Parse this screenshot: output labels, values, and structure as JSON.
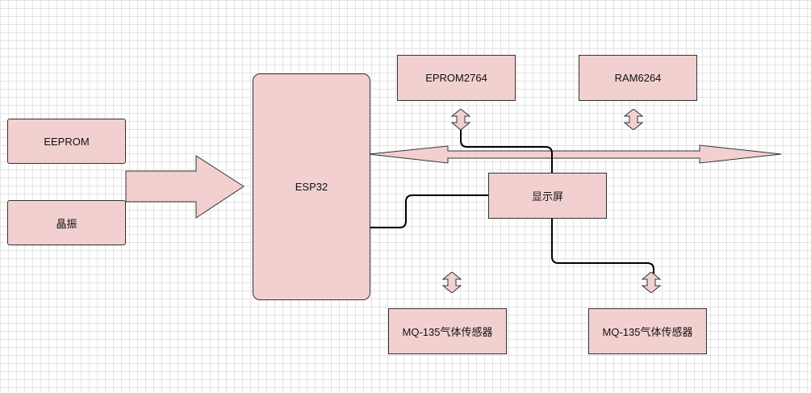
{
  "blocks": {
    "eeprom": "EEPROM",
    "crystal": "晶振",
    "esp32": "ESP32",
    "eprom": "EPROM2764",
    "ram": "RAM6264",
    "display": "显示屏",
    "sensor_left": "MQ-135气体传感器",
    "sensor_right": "MQ-135气体传感器"
  },
  "colors": {
    "block_fill": "#f2d0d0",
    "border": "#333333",
    "line": "#000000",
    "grid": "#e3e3e3"
  }
}
